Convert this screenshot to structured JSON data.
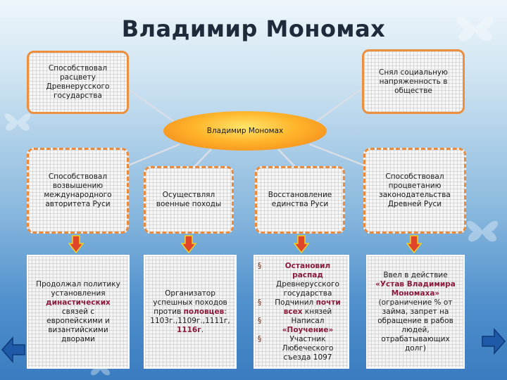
{
  "title": "Владимир Мономах",
  "center": "Владимир Мономах",
  "top_boxes": {
    "left": "Способствовал расцвету Древнерусского государства",
    "right": "Снял социальную напряженность в обществе"
  },
  "mid_boxes": [
    "Способствовал возвышению международного авторитета Руси",
    "Осуществлял военные походы",
    "Восстановление единства Руси",
    "Способствовал процветанию законодательства Древней Руси"
  ],
  "bottom_boxes": {
    "b1": {
      "line1": "Продолжал политику установления",
      "highlight": "династических",
      "line2": "связей с европейскими и византийскими дворами"
    },
    "b2": {
      "line1": "Организатор успешных походов против",
      "highlight1": "половцев",
      "line2": ":",
      "line3": "1103г.,1109г.,1111г,",
      "highlight2": "1116г",
      "line4": "."
    },
    "b3": {
      "item1_hl": "Остановил распад",
      "item1": "Древнерусского государства",
      "item2_pre": "Подчинил",
      "item2_hl": "почти всех",
      "item2_post": "князей",
      "item3_pre": "Написал",
      "item3_hl": "«Поучение»",
      "item4": "Участник Любеческого съезда 1097"
    },
    "b4": {
      "line1": "Ввел в действие",
      "highlight": "«Устав Владимира Мономаха»",
      "line2": "(ограничение % от займа, запрет на обращение в рабов людей, отрабатывающих долг)"
    }
  },
  "icons": {
    "bullet": "§",
    "down_arrow": "down-arrow-icon",
    "nav_back": "back-arrow-icon",
    "nav_forward": "forward-arrow-icon"
  },
  "colors": {
    "box_border": "#e98a3c",
    "arrow_fill": "#e0442a",
    "arrow_stroke": "#f2d11c",
    "highlight": "#8b1a3a",
    "nav": "#1f5aa8"
  }
}
